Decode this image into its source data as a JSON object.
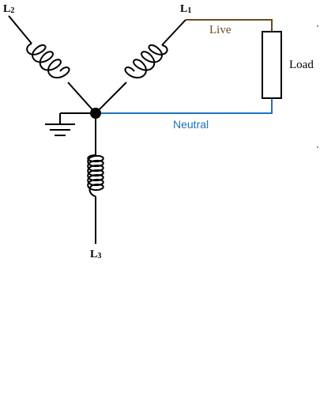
{
  "labels": {
    "l1": {
      "main": "L",
      "sub": "1"
    },
    "l2": {
      "main": "L",
      "sub": "2"
    },
    "l3": {
      "main": "L",
      "sub": "3"
    },
    "live": "Live",
    "neutral": "Neutral",
    "load": "Load"
  },
  "colors": {
    "wire_black": "#000000",
    "live": "#6B4A1F",
    "neutral": "#2070C0",
    "live_text": "#6B4A1F",
    "neutral_text": "#2070C0"
  }
}
